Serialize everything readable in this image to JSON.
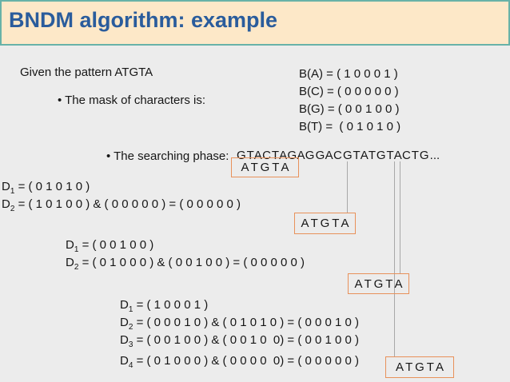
{
  "title": "BNDM algorithm: example",
  "intro": {
    "given": "Given the pattern ATGTA",
    "mask_bullet": "• The mask of characters is:",
    "search_bullet": "• The searching phase:"
  },
  "masks": [
    "B(A) = ( 1 0 0 0 1 )",
    "B(C) = ( 0 0 0 0 0 )",
    "B(G) = ( 0 0 1 0 0 )",
    "B(T) =  ( 0 1 0 1 0 )"
  ],
  "search_text": "G T A C T A G A G G A C G T A T G T A C T G ...",
  "pattern_box_label": "A T G T A",
  "steps": [
    {
      "rows": [
        {
          "prefix": "D",
          "sub": "1",
          "rest": " = ( 0 1 0 1 0 )"
        },
        {
          "prefix": "D",
          "sub": "2",
          "rest": " = ( 1 0 1 0 0 ) & ( 0 0 0 0 0 ) = ( 0 0 0 0 0 )"
        }
      ]
    },
    {
      "rows": [
        {
          "prefix": "D",
          "sub": "1",
          "rest": " = ( 0 0 1 0 0 )"
        },
        {
          "prefix": "D",
          "sub": "2",
          "rest": " = ( 0 1 0 0 0 ) & ( 0 0 1 0 0 ) = ( 0 0 0 0 0 )"
        }
      ]
    },
    {
      "rows": [
        {
          "prefix": "D",
          "sub": "1",
          "rest": " = ( 1 0 0 0 1 )"
        },
        {
          "prefix": "D",
          "sub": "2",
          "rest": " = ( 0 0 0 1 0 ) & ( 0 1 0 1 0 ) = ( 0 0 0 1 0 )"
        },
        {
          "prefix": "D",
          "sub": "3",
          "rest": " = ( 0 0 1 0 0 ) & ( 0 0 1 0  0) = ( 0 0 1 0 0 )"
        },
        {
          "prefix": "D",
          "sub": "4",
          "rest": " = ( 0 1 0 0 0 ) & ( 0 0 0 0  0) = ( 0 0 0 0 0 )"
        }
      ]
    }
  ],
  "colors": {
    "title_text": "#2a5c9c",
    "title_background": "#fde8c8",
    "title_border": "#68b2a8",
    "pattern_box_border": "#e8915a",
    "alignment_line": "#a8a8a8",
    "body_background": "#ececec",
    "body_text": "#161616"
  }
}
